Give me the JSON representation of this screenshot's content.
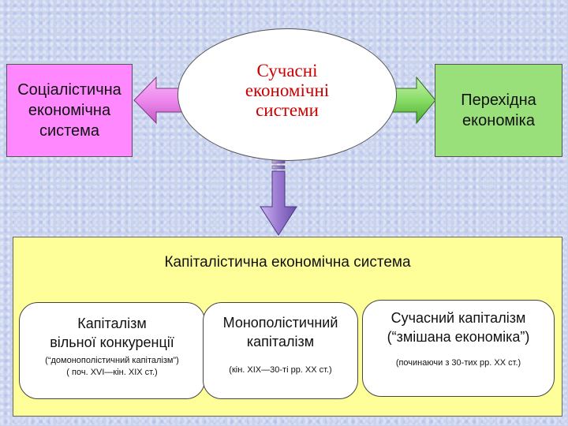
{
  "center_title": [
    "Сучасні",
    "економічні",
    "системи"
  ],
  "left_box": [
    "Соціалістична",
    "економічна",
    "система"
  ],
  "right_box": [
    "Перехідна",
    "економіка"
  ],
  "capitalist_system_title": "Капіталістична економічна система",
  "cards": [
    {
      "main": [
        "Капіталізм",
        "вільної конкуренції"
      ],
      "sub": [
        "(“домонополістичний капіталізм”)",
        "( поч. XVI—кін. XIX ст.)"
      ]
    },
    {
      "main": [
        "Монополістичний",
        "капіталізм"
      ],
      "sub": [
        "(кін. XIX—30-ті рр. XX ст.)"
      ]
    },
    {
      "main": [
        "Сучасний капіталізм",
        "(“змішана економіка”)"
      ],
      "sub": [
        "(починаючи з 30-тих рр. XX ст.)"
      ]
    }
  ],
  "colors": {
    "left_box": "#ff88ff",
    "right_box": "#99e07a",
    "center_text": "#cc0000",
    "capitalist_panel": "#ffff99",
    "left_arrow": "#ee88ee",
    "right_arrow": "#88dd66",
    "down_arrow": "#9a79d0",
    "curved_arrows": "#cc8800"
  }
}
